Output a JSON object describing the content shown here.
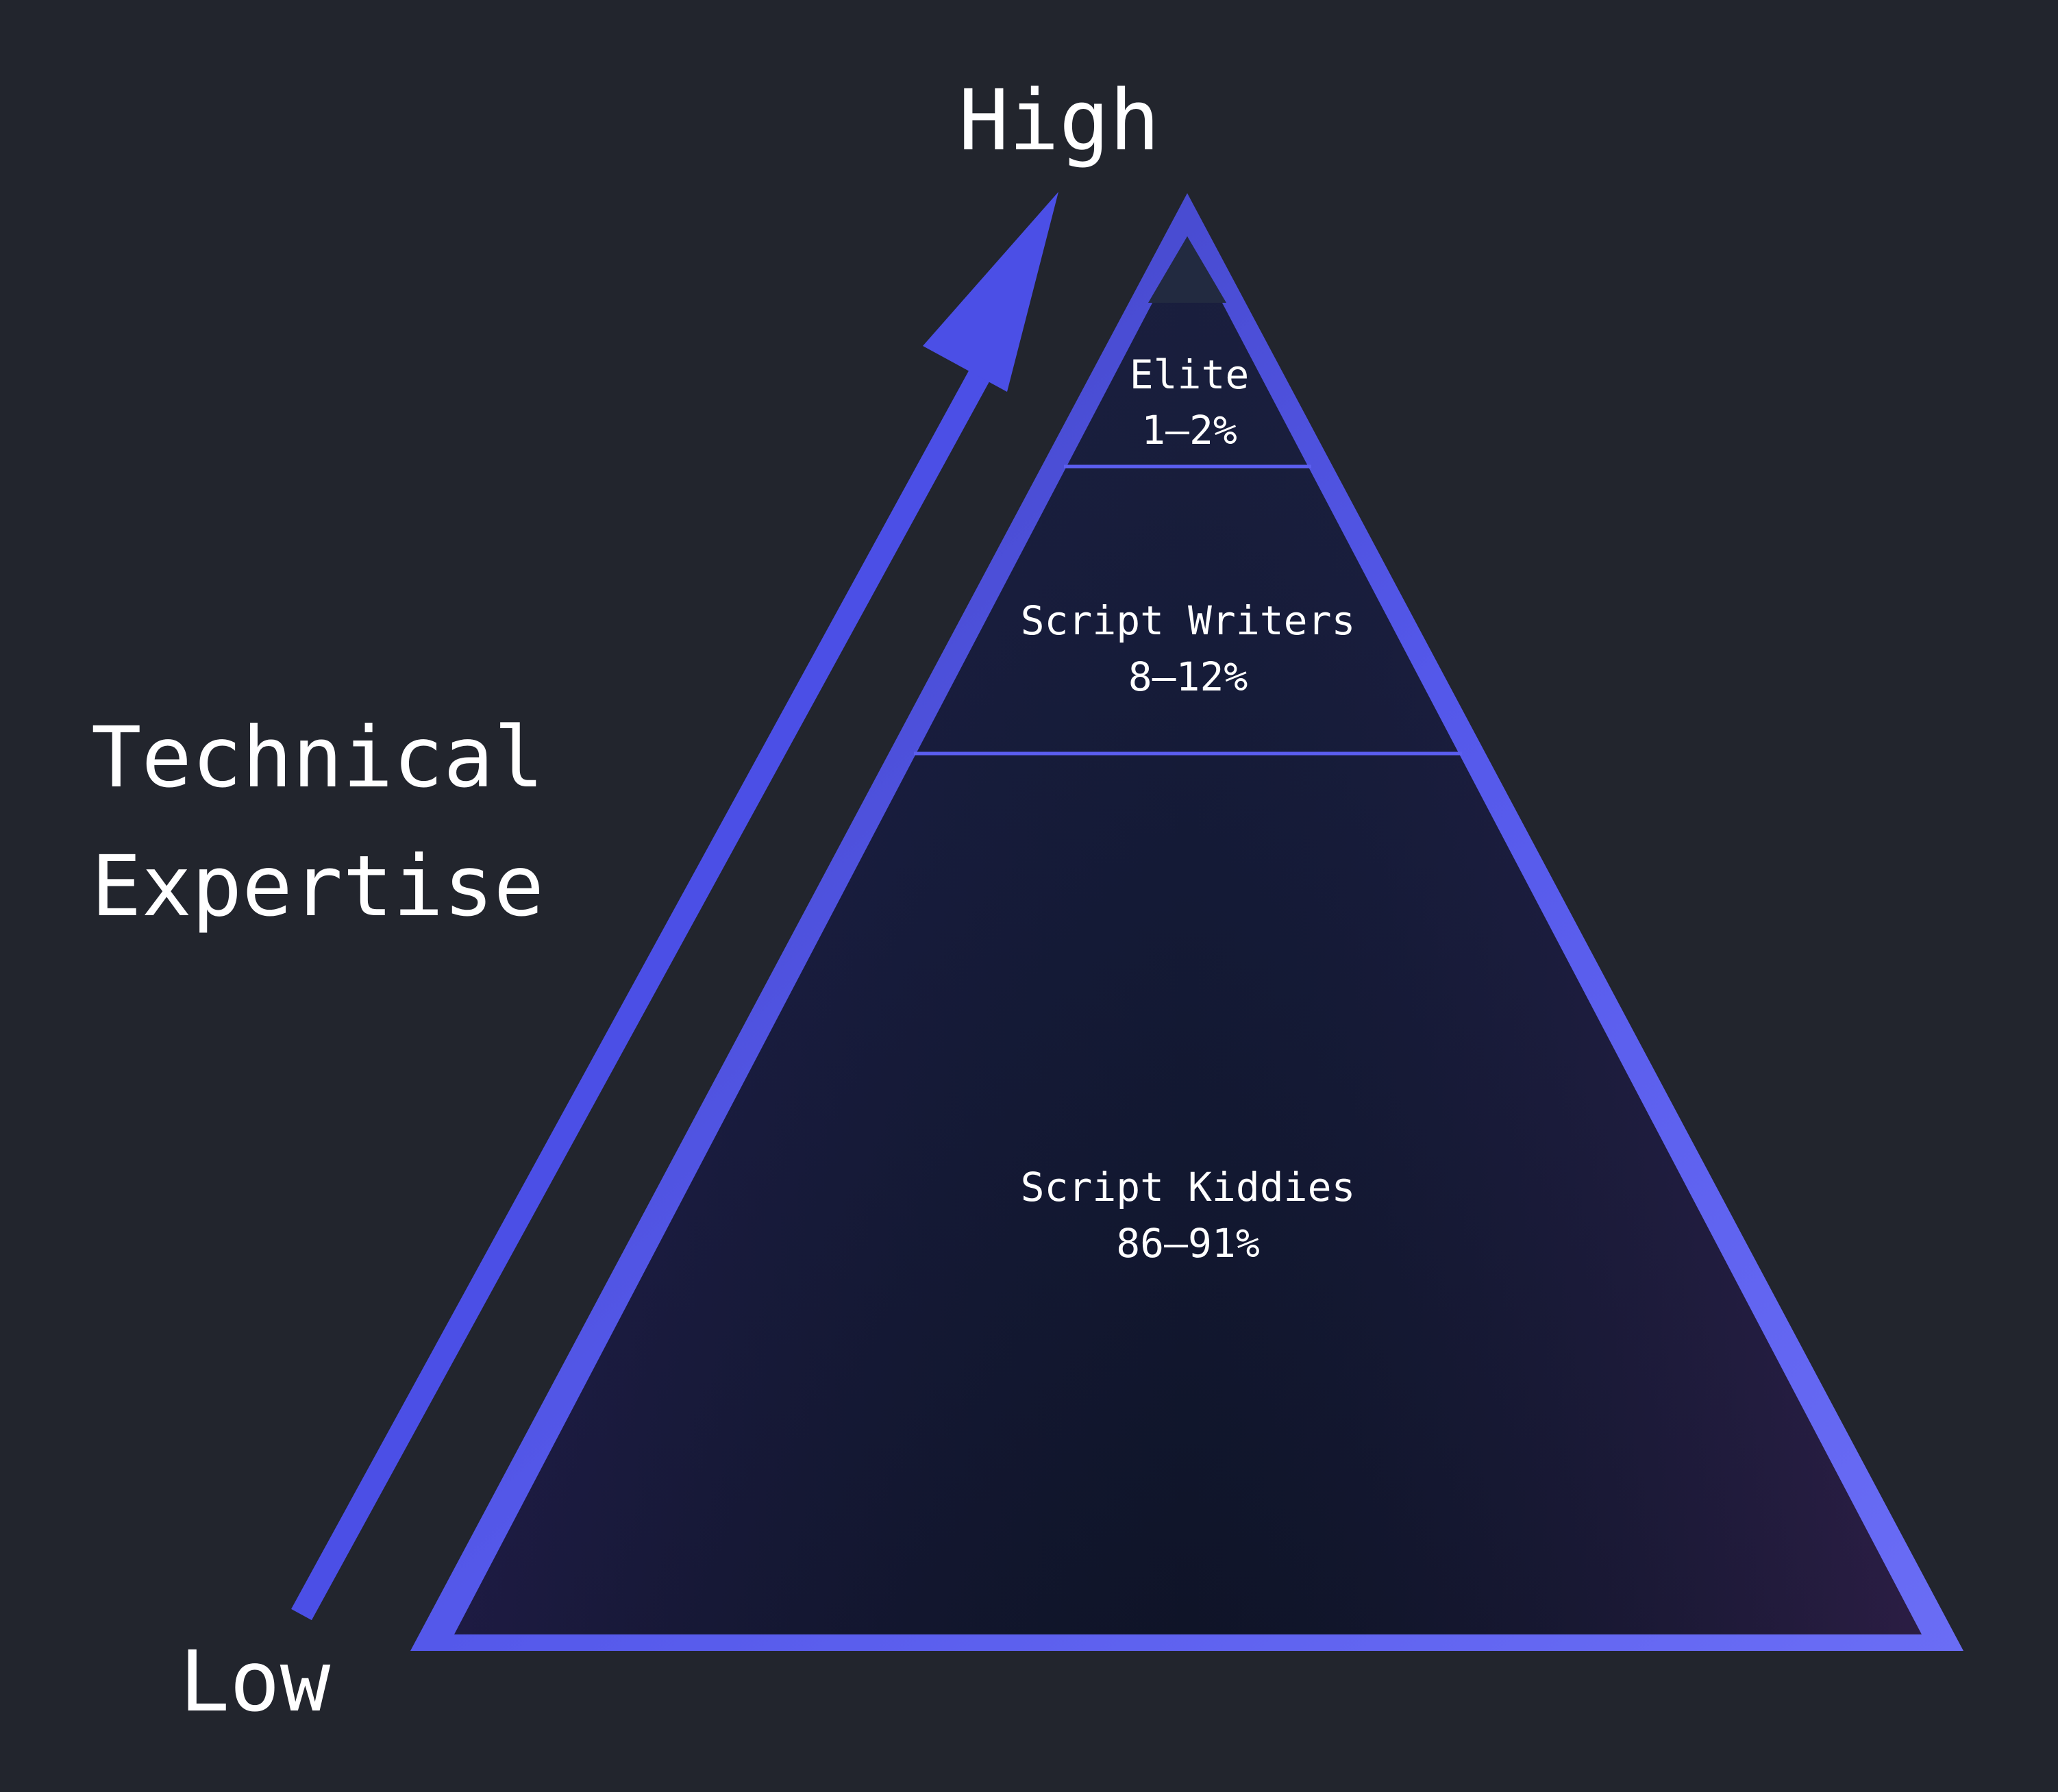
{
  "axis": {
    "high_label": "High",
    "low_label": "Low",
    "title_line1": "Technical",
    "title_line2": "Expertise"
  },
  "tiers": [
    {
      "name": "Elite",
      "share": "1–2%"
    },
    {
      "name": "Script Writers",
      "share": "8–12%"
    },
    {
      "name": "Script Kiddies",
      "share": "86–91%"
    }
  ],
  "colors": {
    "background": "#22252d",
    "accent": "#4b4fe6",
    "pyramid_fill": "#121833",
    "divider": "#5b5ef0",
    "text": "#ffffff"
  },
  "icons": {
    "axis_arrow": "arrow-up-right-icon"
  }
}
